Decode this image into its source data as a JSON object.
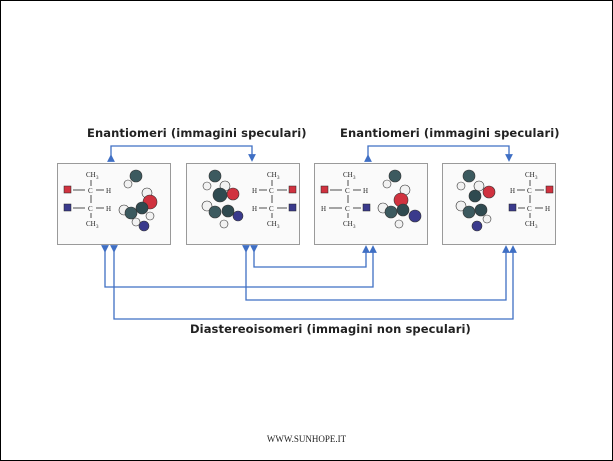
{
  "labels": {
    "enantiomers_left": "Enantiomeri (immagini speculari)",
    "enantiomers_right": "Enantiomeri (immagini speculari)",
    "diastereomers": "Diastereoisomeri (immagini non speculari)"
  },
  "footer": "WWW.SUNHOPE.IT",
  "formula": {
    "methyl": "CH",
    "subscript": "3",
    "carbon": "C",
    "hydrogen": "H"
  },
  "colors": {
    "arrow": "#3f6fc4",
    "red_group": "#d0323f",
    "purple_group": "#3a3a8c",
    "carbon_atom": "#3c5a5f",
    "hydrogen_atom": "#f2f2f2"
  }
}
